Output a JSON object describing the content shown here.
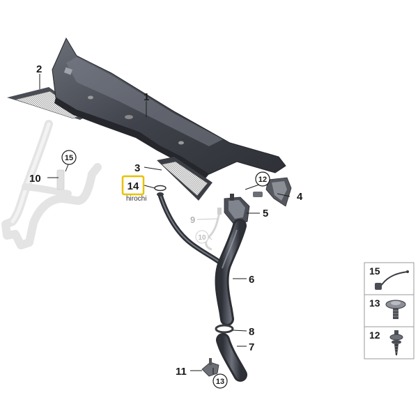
{
  "callouts": {
    "c1": "1",
    "c2": "2",
    "c3": "3",
    "c4": "4",
    "c5": "5",
    "c6": "6",
    "c7": "7",
    "c8": "8",
    "c9": "9",
    "c10a": "10",
    "c10b": "10",
    "c11": "11",
    "c12": "12",
    "c13": "13",
    "c14": "14",
    "c15": "15"
  },
  "highlight": {
    "part": "14",
    "color": "#e8c200"
  },
  "watermark": "hirochi",
  "legend": [
    {
      "number": "15",
      "icon": "cable-clip-icon"
    },
    {
      "number": "13",
      "icon": "rivet-icon"
    },
    {
      "number": "12",
      "icon": "screw-icon"
    }
  ],
  "colors": {
    "part_dark": "#3a3d45",
    "part_mid": "#5b5f68",
    "part_faded": "#e3e3e3",
    "mesh": "#d9d9d9"
  }
}
